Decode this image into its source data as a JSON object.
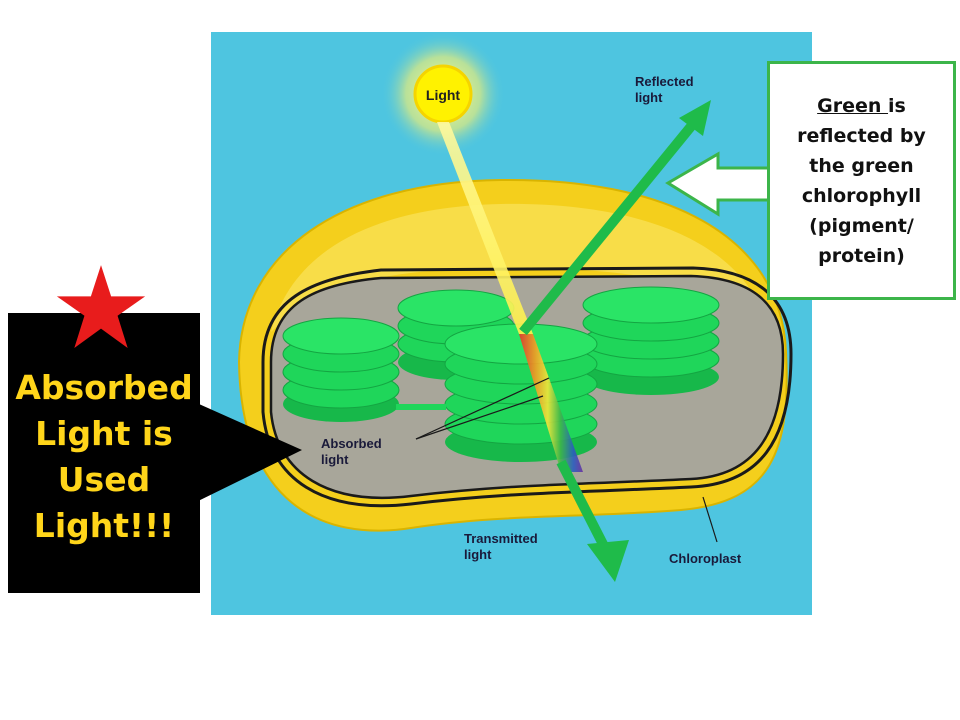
{
  "diagram": {
    "labels": {
      "light": "Light",
      "reflected_line1": "Reflected",
      "reflected_line2": "light",
      "absorbed_line1": "Absorbed",
      "absorbed_line2": "light",
      "transmitted_line1": "Transmitted",
      "transmitted_line2": "light",
      "chloroplast": "Chloroplast"
    },
    "colors": {
      "background": "#4ec5e0",
      "envelope": "#f4cf1c",
      "stroma": "#a8a69a",
      "grana": "#1fd65a",
      "arrow": "#1fbb4a"
    }
  },
  "callout": {
    "underlined": "Green ",
    "first_line_rest": " is",
    "lines": [
      "reflected by",
      "the green",
      "chlorophyll",
      "(pigment/",
      "protein)"
    ],
    "border_color": "#3cb54a"
  },
  "note": {
    "lines": [
      "Absorbed",
      "Light is",
      "Used",
      "Light!!!"
    ],
    "text_color": "#ffd51a",
    "star_color": "#e81c1c",
    "star_icon": "star-icon"
  }
}
